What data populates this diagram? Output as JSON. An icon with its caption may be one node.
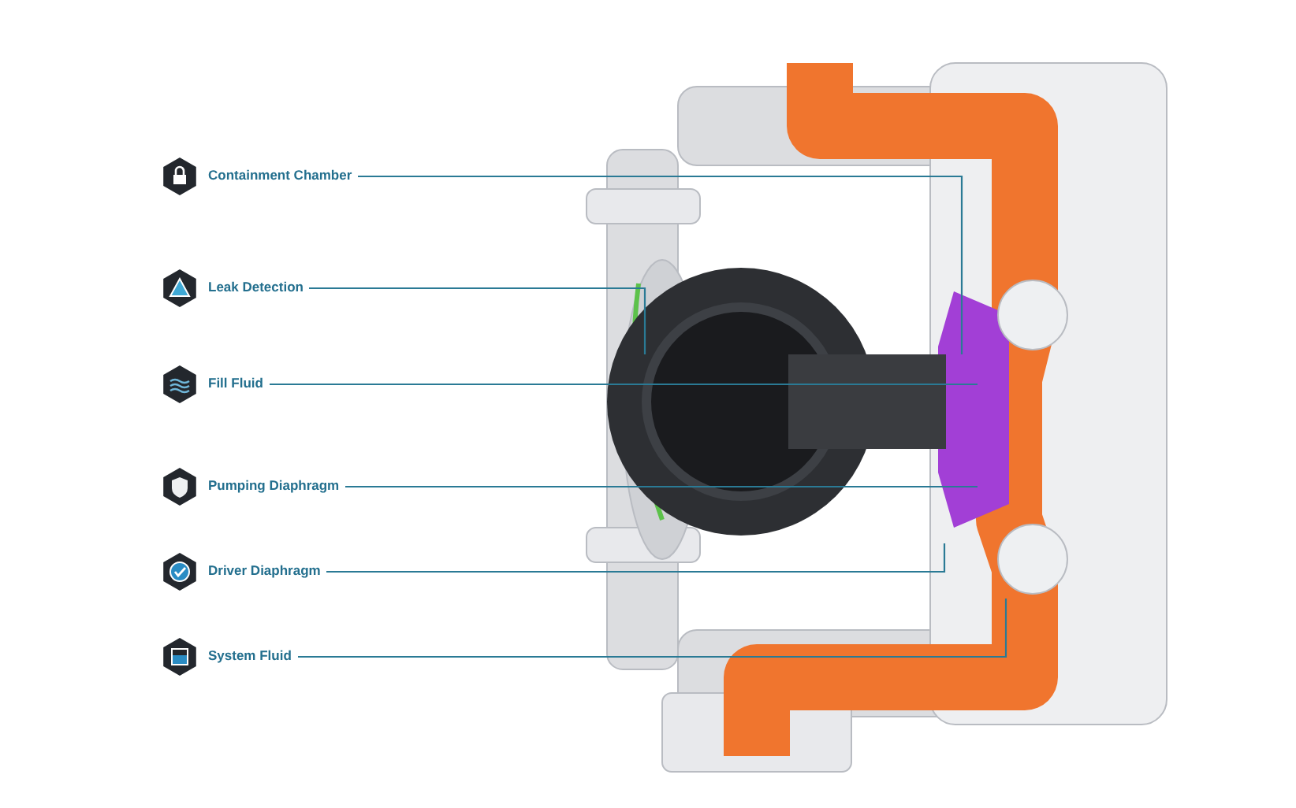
{
  "diagram": {
    "nodes": [
      {
        "text": [
          "Containment Chamber"
        ]
      },
      {
        "text": [
          "Leak Detection"
        ]
      },
      {
        "text": [
          "Fill Fluid"
        ]
      },
      {
        "text": [
          "Pumping Diaphragm"
        ]
      },
      {
        "text": [
          "Driver Diaphragm"
        ]
      },
      {
        "text": [
          "System Fluid"
        ]
      }
    ],
    "edges": [
      {
        "from": 0,
        "to": null,
        "arrow": "none"
      },
      {
        "from": 1,
        "to": null,
        "arrow": "none"
      },
      {
        "from": 2,
        "to": null,
        "arrow": "none"
      },
      {
        "from": 3,
        "to": null,
        "arrow": "none"
      },
      {
        "from": 4,
        "to": null,
        "arrow": "none"
      },
      {
        "from": 5,
        "to": null,
        "arrow": "none"
      }
    ]
  }
}
